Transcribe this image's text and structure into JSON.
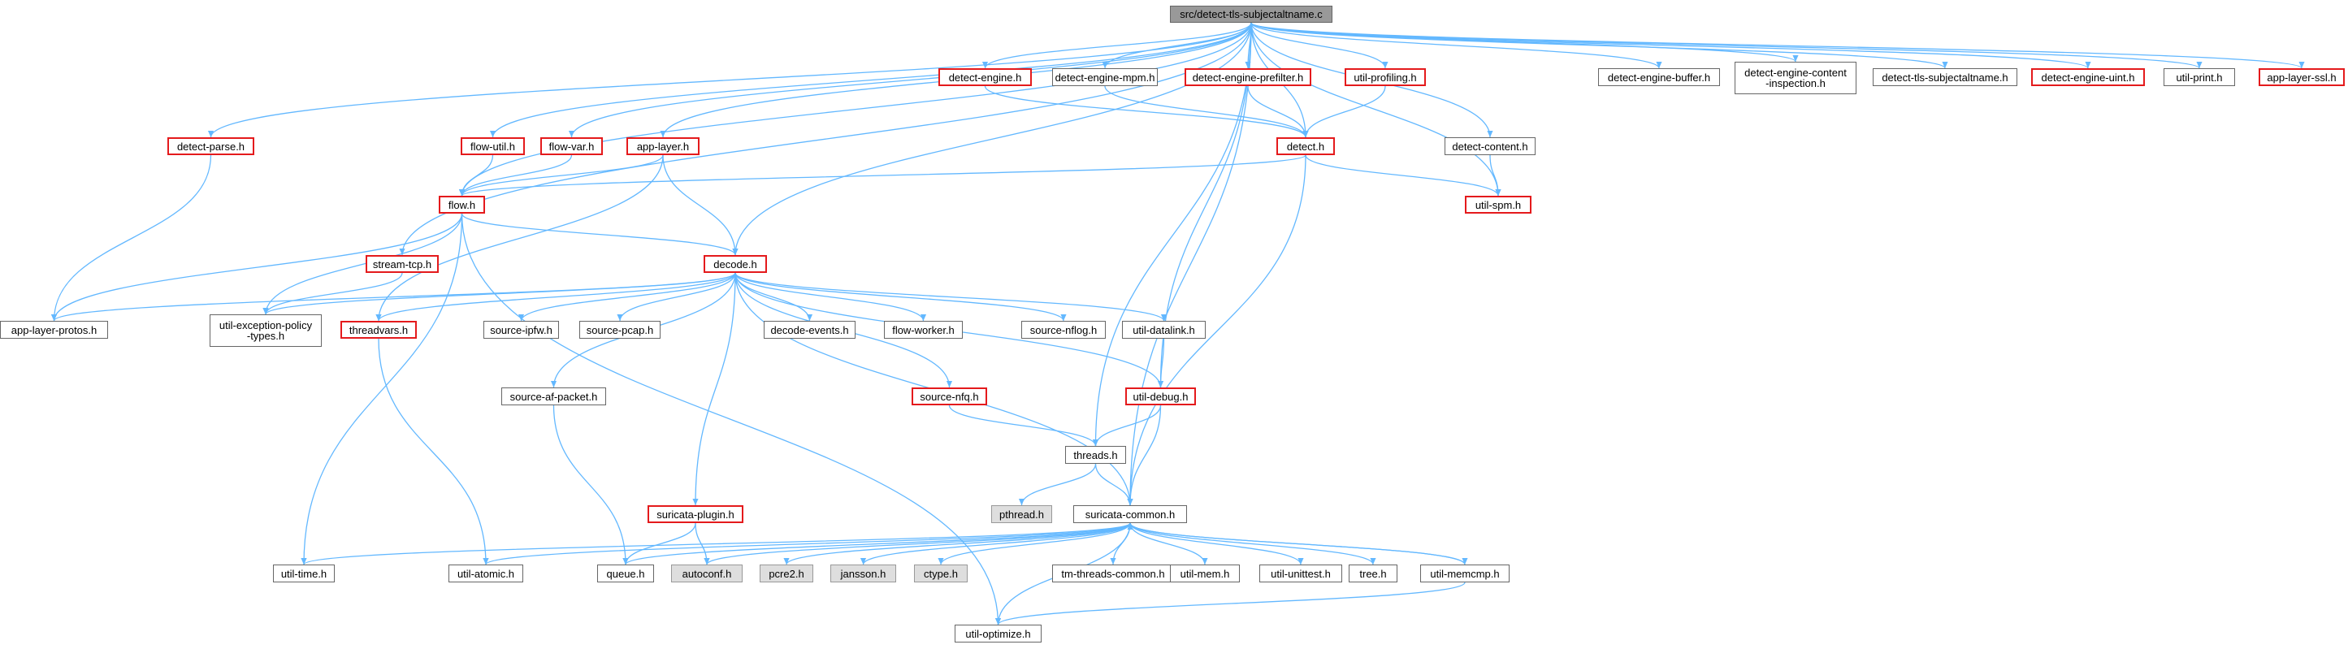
{
  "graph": {
    "nodes": [
      {
        "id": "root",
        "label": "src/detect-tls-subjectaltname.c",
        "kind": "root"
      },
      {
        "id": "detect-engine",
        "label": "detect-engine.h",
        "kind": "red"
      },
      {
        "id": "detect-engine-mpm",
        "label": "detect-engine-mpm.h",
        "kind": "plain"
      },
      {
        "id": "detect-engine-prefilter",
        "label": "detect-engine-prefilter.h",
        "kind": "red"
      },
      {
        "id": "util-profiling",
        "label": "util-profiling.h",
        "kind": "red"
      },
      {
        "id": "detect-engine-buffer",
        "label": "detect-engine-buffer.h",
        "kind": "plain"
      },
      {
        "id": "detect-engine-content-inspection",
        "label": "detect-engine-content\n-inspection.h",
        "kind": "plain"
      },
      {
        "id": "detect-tls-subjectaltname",
        "label": "detect-tls-subjectaltname.h",
        "kind": "plain"
      },
      {
        "id": "detect-engine-uint",
        "label": "detect-engine-uint.h",
        "kind": "red"
      },
      {
        "id": "util-print",
        "label": "util-print.h",
        "kind": "plain"
      },
      {
        "id": "app-layer-ssl",
        "label": "app-layer-ssl.h",
        "kind": "red"
      },
      {
        "id": "detect-parse",
        "label": "detect-parse.h",
        "kind": "red"
      },
      {
        "id": "flow-util",
        "label": "flow-util.h",
        "kind": "red"
      },
      {
        "id": "flow-var",
        "label": "flow-var.h",
        "kind": "red"
      },
      {
        "id": "app-layer",
        "label": "app-layer.h",
        "kind": "red"
      },
      {
        "id": "detect",
        "label": "detect.h",
        "kind": "red"
      },
      {
        "id": "detect-content",
        "label": "detect-content.h",
        "kind": "plain"
      },
      {
        "id": "flow",
        "label": "flow.h",
        "kind": "red"
      },
      {
        "id": "util-spm",
        "label": "util-spm.h",
        "kind": "red"
      },
      {
        "id": "stream-tcp",
        "label": "stream-tcp.h",
        "kind": "red"
      },
      {
        "id": "decode",
        "label": "decode.h",
        "kind": "red"
      },
      {
        "id": "app-layer-protos",
        "label": "app-layer-protos.h",
        "kind": "plain"
      },
      {
        "id": "util-exception-policy-types",
        "label": "util-exception-policy\n-types.h",
        "kind": "plain"
      },
      {
        "id": "threadvars",
        "label": "threadvars.h",
        "kind": "red"
      },
      {
        "id": "source-ipfw",
        "label": "source-ipfw.h",
        "kind": "plain"
      },
      {
        "id": "source-pcap",
        "label": "source-pcap.h",
        "kind": "plain"
      },
      {
        "id": "decode-events",
        "label": "decode-events.h",
        "kind": "plain"
      },
      {
        "id": "flow-worker",
        "label": "flow-worker.h",
        "kind": "plain"
      },
      {
        "id": "source-nflog",
        "label": "source-nflog.h",
        "kind": "plain"
      },
      {
        "id": "util-datalink",
        "label": "util-datalink.h",
        "kind": "plain"
      },
      {
        "id": "source-af-packet",
        "label": "source-af-packet.h",
        "kind": "plain"
      },
      {
        "id": "source-nfq",
        "label": "source-nfq.h",
        "kind": "red"
      },
      {
        "id": "util-debug",
        "label": "util-debug.h",
        "kind": "red"
      },
      {
        "id": "threads",
        "label": "threads.h",
        "kind": "plain"
      },
      {
        "id": "pthread",
        "label": "pthread.h",
        "kind": "gray"
      },
      {
        "id": "suricata-plugin",
        "label": "suricata-plugin.h",
        "kind": "red"
      },
      {
        "id": "suricata-common",
        "label": "suricata-common.h",
        "kind": "plain"
      },
      {
        "id": "util-time",
        "label": "util-time.h",
        "kind": "plain"
      },
      {
        "id": "util-atomic",
        "label": "util-atomic.h",
        "kind": "plain"
      },
      {
        "id": "queue",
        "label": "queue.h",
        "kind": "plain"
      },
      {
        "id": "autoconf",
        "label": "autoconf.h",
        "kind": "gray"
      },
      {
        "id": "pcre2",
        "label": "pcre2.h",
        "kind": "gray"
      },
      {
        "id": "jansson",
        "label": "jansson.h",
        "kind": "gray"
      },
      {
        "id": "ctype",
        "label": "ctype.h",
        "kind": "gray"
      },
      {
        "id": "tm-threads-common",
        "label": "tm-threads-common.h",
        "kind": "plain"
      },
      {
        "id": "util-mem",
        "label": "util-mem.h",
        "kind": "plain"
      },
      {
        "id": "util-unittest",
        "label": "util-unittest.h",
        "kind": "plain"
      },
      {
        "id": "tree",
        "label": "tree.h",
        "kind": "plain"
      },
      {
        "id": "util-memcmp",
        "label": "util-memcmp.h",
        "kind": "plain"
      },
      {
        "id": "util-optimize",
        "label": "util-optimize.h",
        "kind": "plain"
      }
    ],
    "edges": [
      [
        "root",
        "detect-engine"
      ],
      [
        "root",
        "detect-engine-mpm"
      ],
      [
        "root",
        "detect-engine-prefilter"
      ],
      [
        "root",
        "util-profiling"
      ],
      [
        "root",
        "detect-engine-buffer"
      ],
      [
        "root",
        "detect-engine-content-inspection"
      ],
      [
        "root",
        "detect-tls-subjectaltname"
      ],
      [
        "root",
        "detect-engine-uint"
      ],
      [
        "root",
        "util-print"
      ],
      [
        "root",
        "app-layer-ssl"
      ],
      [
        "root",
        "detect-parse"
      ],
      [
        "root",
        "flow-util"
      ],
      [
        "root",
        "flow-var"
      ],
      [
        "root",
        "app-layer"
      ],
      [
        "root",
        "detect"
      ],
      [
        "root",
        "detect-content"
      ],
      [
        "root",
        "flow"
      ],
      [
        "root",
        "util-spm"
      ],
      [
        "root",
        "stream-tcp"
      ],
      [
        "root",
        "decode"
      ],
      [
        "root",
        "util-debug"
      ],
      [
        "root",
        "threads"
      ],
      [
        "root",
        "suricata-common"
      ],
      [
        "detect-engine",
        "detect"
      ],
      [
        "detect-engine-mpm",
        "detect"
      ],
      [
        "detect-engine-prefilter",
        "detect"
      ],
      [
        "util-profiling",
        "detect"
      ],
      [
        "detect-parse",
        "app-layer-protos"
      ],
      [
        "flow-util",
        "flow"
      ],
      [
        "flow-var",
        "flow"
      ],
      [
        "app-layer",
        "flow"
      ],
      [
        "app-layer",
        "decode"
      ],
      [
        "app-layer",
        "threadvars"
      ],
      [
        "detect",
        "flow"
      ],
      [
        "detect",
        "util-spm"
      ],
      [
        "detect",
        "suricata-common"
      ],
      [
        "detect-content",
        "util-spm"
      ],
      [
        "flow",
        "decode"
      ],
      [
        "flow",
        "app-layer-protos"
      ],
      [
        "flow",
        "util-exception-policy-types"
      ],
      [
        "flow",
        "util-time"
      ],
      [
        "flow",
        "util-optimize"
      ],
      [
        "stream-tcp",
        "util-exception-policy-types"
      ],
      [
        "decode",
        "app-layer-protos"
      ],
      [
        "decode",
        "util-exception-policy-types"
      ],
      [
        "decode",
        "threadvars"
      ],
      [
        "decode",
        "source-ipfw"
      ],
      [
        "decode",
        "source-pcap"
      ],
      [
        "decode",
        "decode-events"
      ],
      [
        "decode",
        "flow-worker"
      ],
      [
        "decode",
        "source-nflog"
      ],
      [
        "decode",
        "util-datalink"
      ],
      [
        "decode",
        "source-af-packet"
      ],
      [
        "decode",
        "source-nfq"
      ],
      [
        "decode",
        "util-debug"
      ],
      [
        "decode",
        "suricata-plugin"
      ],
      [
        "decode",
        "suricata-common"
      ],
      [
        "threadvars",
        "util-atomic"
      ],
      [
        "util-datalink",
        "util-debug"
      ],
      [
        "source-af-packet",
        "queue"
      ],
      [
        "source-nfq",
        "threads"
      ],
      [
        "util-debug",
        "threads"
      ],
      [
        "util-debug",
        "suricata-common"
      ],
      [
        "threads",
        "pthread"
      ],
      [
        "threads",
        "suricata-common"
      ],
      [
        "suricata-plugin",
        "queue"
      ],
      [
        "suricata-plugin",
        "autoconf"
      ],
      [
        "suricata-common",
        "util-time"
      ],
      [
        "suricata-common",
        "util-atomic"
      ],
      [
        "suricata-common",
        "queue"
      ],
      [
        "suricata-common",
        "autoconf"
      ],
      [
        "suricata-common",
        "pcre2"
      ],
      [
        "suricata-common",
        "jansson"
      ],
      [
        "suricata-common",
        "ctype"
      ],
      [
        "suricata-common",
        "tm-threads-common"
      ],
      [
        "suricata-common",
        "util-mem"
      ],
      [
        "suricata-common",
        "util-unittest"
      ],
      [
        "suricata-common",
        "tree"
      ],
      [
        "suricata-common",
        "util-memcmp"
      ],
      [
        "suricata-common",
        "util-optimize"
      ],
      [
        "util-memcmp",
        "suricata-common"
      ],
      [
        "util-memcmp",
        "util-optimize"
      ]
    ]
  },
  "colors": {
    "edge": "#63b8ff",
    "node_border": "#666666",
    "focus_border": "#e41a1c",
    "root_fill": "#999999",
    "system_fill": "#dedede"
  }
}
